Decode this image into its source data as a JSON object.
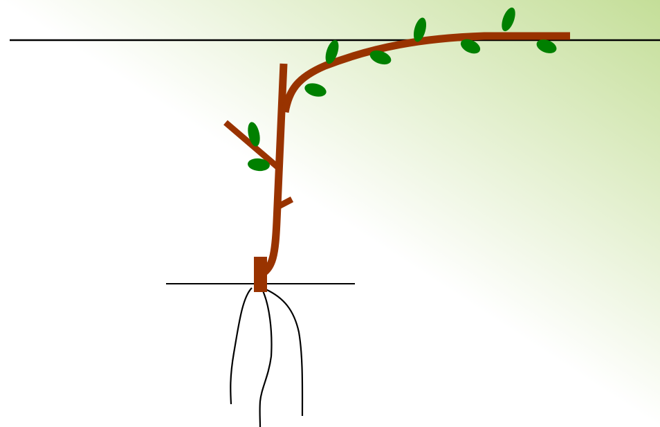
{
  "diagram": {
    "subject": "grapevine-cane-trained-to-trellis-wire",
    "labels": []
  },
  "colors": {
    "background_light": "#ffffff",
    "background_accent": "#c4de98",
    "wood": "#993300",
    "leaf": "#008000",
    "wire": "#000000",
    "ground_line": "#000000",
    "roots": "#000000"
  },
  "parts": {
    "trellis_wire": "trellis-wire",
    "ground_line": "ground-line",
    "trunk": "trunk",
    "cane": "cane",
    "spur": "spur",
    "side_shoot": "side-shoot",
    "root": "root",
    "leaf": "leaf"
  }
}
